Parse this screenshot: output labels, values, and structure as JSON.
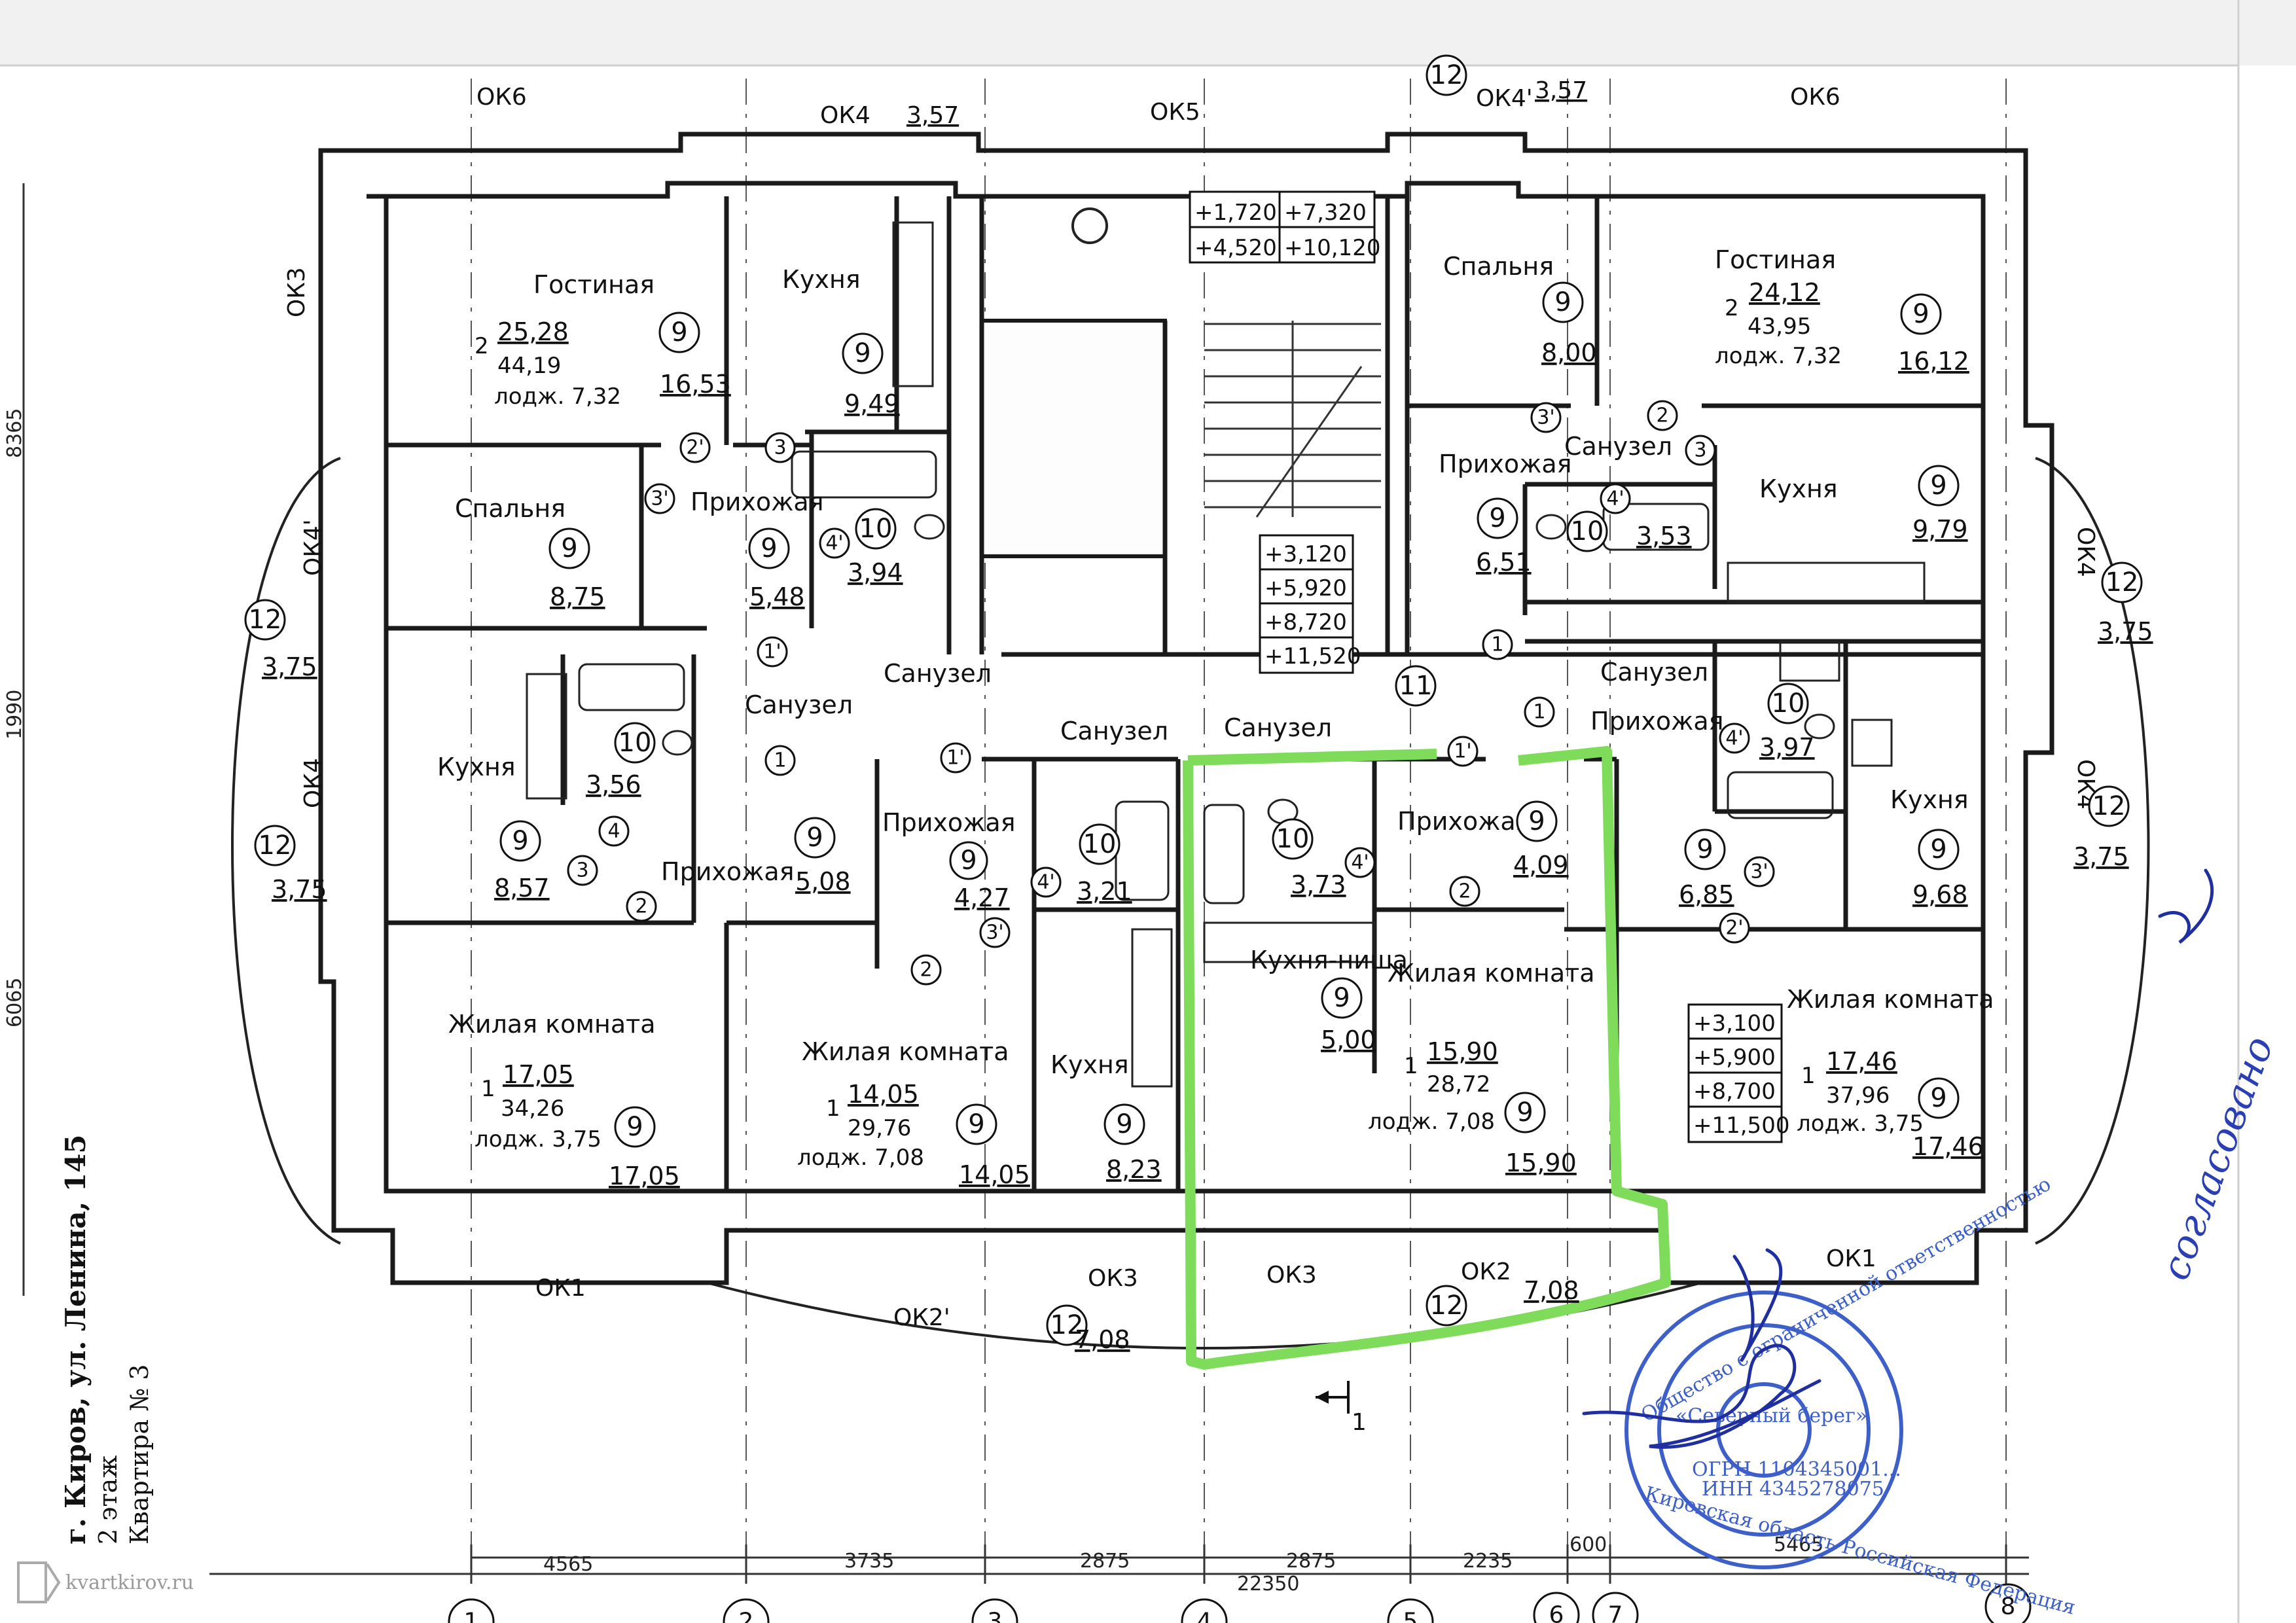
{
  "caption": {
    "address": "г. Киров, ул. Ленина, 145",
    "floor": "2 этаж",
    "apartment": "Квартира № 3"
  },
  "watermark": "kvartkirov.ru",
  "handwritten_note": "согласовано",
  "colors": {
    "highlight": "#7fdc5a",
    "stamp": "#3d5fc9",
    "ink": "#111111"
  },
  "window_marks": [
    "ОК6",
    "ОК4",
    "3,57",
    "ОК5",
    "ОК4'",
    "3,57",
    "ОК6",
    "ОК3",
    "ОК4'",
    "ОК4",
    "ОК4",
    "ОК4'",
    "ОК1",
    "ОК2'",
    "ОК3",
    "ОК3",
    "ОК2",
    "ОК1"
  ],
  "rooms": [
    {
      "name": "Гостиная",
      "count": "2",
      "living": "25,28",
      "total": "44,19",
      "loggia": "лодж. 7,32",
      "code": "9",
      "area": "16,53"
    },
    {
      "name": "Кухня",
      "code": "9",
      "area": "9,49"
    },
    {
      "name": "Спальня",
      "code": "9",
      "area": "8,75"
    },
    {
      "name": "Прихожая",
      "code": "9",
      "area": "5,48"
    },
    {
      "name": "",
      "code": "10",
      "area": "3,94"
    },
    {
      "name": "Санузел"
    },
    {
      "name": "Кухня",
      "code": "9",
      "area": "8,57"
    },
    {
      "name": "",
      "code": "10",
      "area": "3,56"
    },
    {
      "name": "Санузел"
    },
    {
      "name": "Прихожая",
      "code": "9",
      "area": "5,08"
    },
    {
      "name": "Прихожая",
      "code": "9",
      "area": "4,27"
    },
    {
      "name": "Санузел",
      "code": "10",
      "area": "3,21"
    },
    {
      "name": "Жилая комната",
      "count": "1",
      "living": "17,05",
      "total": "34,26",
      "loggia": "лодж. 3,75",
      "code": "9",
      "area": "17,05"
    },
    {
      "name": "Жилая комната",
      "count": "1",
      "living": "14,05",
      "total": "29,76",
      "loggia": "лодж. 7,08",
      "code": "9",
      "area": "14,05"
    },
    {
      "name": "Кухня",
      "code": "9",
      "area": "8,23"
    },
    {
      "name": "Санузел",
      "code": "10",
      "area": "3,73"
    },
    {
      "name": "Прихожая",
      "code": "9",
      "area": "4,09"
    },
    {
      "name": "Кухня-ниша",
      "code": "9",
      "area": "5,00"
    },
    {
      "name": "Жилая комната",
      "count": "1",
      "living": "15,90",
      "total": "28,72",
      "loggia": "лодж. 7,08",
      "code": "9",
      "area": "15,90"
    },
    {
      "name": "Спальня",
      "code": "9",
      "area": "8,00"
    },
    {
      "name": "Гостиная",
      "count": "2",
      "living": "24,12",
      "total": "43,95",
      "loggia": "лодж. 7,32",
      "code": "9",
      "area": "16,12"
    },
    {
      "name": "Прихожая",
      "code": "9",
      "area": "6,51"
    },
    {
      "name": "Санузел",
      "code": "10",
      "area": "3,53"
    },
    {
      "name": "Кухня",
      "code": "9",
      "area": "9,79"
    },
    {
      "name": "Санузел",
      "code": "10",
      "area": "3,97"
    },
    {
      "name": "Прихожая",
      "code": "9",
      "area": "6,85"
    },
    {
      "name": "Кухня",
      "code": "9",
      "area": "9,68"
    },
    {
      "name": "Жилая комната",
      "count": "1",
      "living": "17,46",
      "total": "37,96",
      "loggia": "лодж. 3,75",
      "code": "9",
      "area": "17,46"
    }
  ],
  "loggias": [
    {
      "code": "12",
      "area": "3,75"
    },
    {
      "code": "12",
      "area": "3,75"
    },
    {
      "code": "12",
      "area": "3,75"
    },
    {
      "code": "12",
      "area": "3,75"
    },
    {
      "code": "12",
      "area": "7,08"
    },
    {
      "code": "12",
      "area": "7,08"
    }
  ],
  "elevations": {
    "top": [
      "+1,720",
      "+7,320",
      "+4,520",
      "+10,120"
    ],
    "stair": [
      "+3,120",
      "+5,920",
      "+8,720",
      "+11,520"
    ],
    "right": [
      "+3,100",
      "+5,900",
      "+8,700",
      "+11,500"
    ]
  },
  "door_marks": [
    "1",
    "1'",
    "2",
    "2'",
    "3",
    "3'",
    "4",
    "4'",
    "11",
    "12"
  ],
  "dimensions": {
    "bottom": [
      "4565",
      "3735",
      "2875",
      "2875",
      "2235",
      "600",
      "5465"
    ],
    "total": "22350",
    "left": [
      "8365",
      "1990",
      "6065"
    ]
  },
  "axes": [
    "1",
    "2",
    "3",
    "4",
    "5",
    "6",
    "7",
    "8"
  ],
  "section_mark": "1",
  "stamp": {
    "line1": "Общество с ограниченной ответственностью",
    "line2": "«Северный берег»",
    "line3": "ОГРН 1104345001...",
    "line4": "ИНН 4345278075",
    "line5": "Кировская область Российская Федерация"
  }
}
